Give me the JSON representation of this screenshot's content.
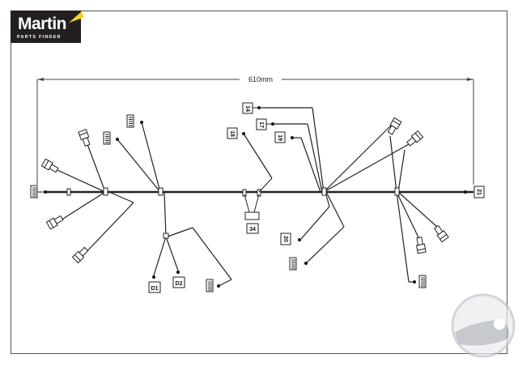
{
  "logo": {
    "brand": "Martin",
    "subtitle": "PARTS FINDER",
    "accent_color": "#f2d21f"
  },
  "diagram": {
    "title": "Cable harness",
    "dimension_label": "610mm",
    "connector_labels": {
      "c14": "14",
      "c17": "17",
      "c18": "18",
      "c19": "19",
      "c20": "20",
      "c21": "21",
      "c34": "34",
      "d1": "D1",
      "d2": "D2"
    }
  }
}
